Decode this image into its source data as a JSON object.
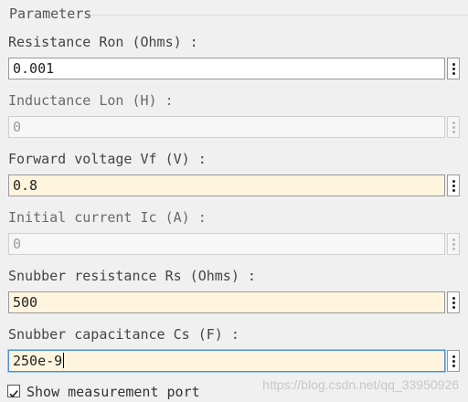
{
  "group": {
    "title": "Parameters"
  },
  "params": [
    {
      "label": "Resistance Ron (Ohms) :",
      "value": "0.001",
      "enabled": true
    },
    {
      "label": "Inductance Lon (H) :",
      "value": "0",
      "enabled": false
    },
    {
      "label": "Forward voltage Vf (V) :",
      "value": "0.8",
      "enabled": true
    },
    {
      "label": "Initial current Ic (A) :",
      "value": "0",
      "enabled": false
    },
    {
      "label": "Snubber resistance Rs (Ohms) :",
      "value": "500",
      "enabled": true
    },
    {
      "label": "Snubber capacitance Cs (F) :",
      "value": "250e-9",
      "enabled": true,
      "focused": true
    }
  ],
  "checkbox": {
    "label": "Show measurement port",
    "checked": true
  },
  "watermark": "https://blog.csdn.net/qq_33950926",
  "colors": {
    "edited_field_bg": "#fff5de",
    "focus_border": "#4a90d9"
  },
  "icons": [
    "vertical-ellipsis-icon",
    "checkmark-icon"
  ]
}
